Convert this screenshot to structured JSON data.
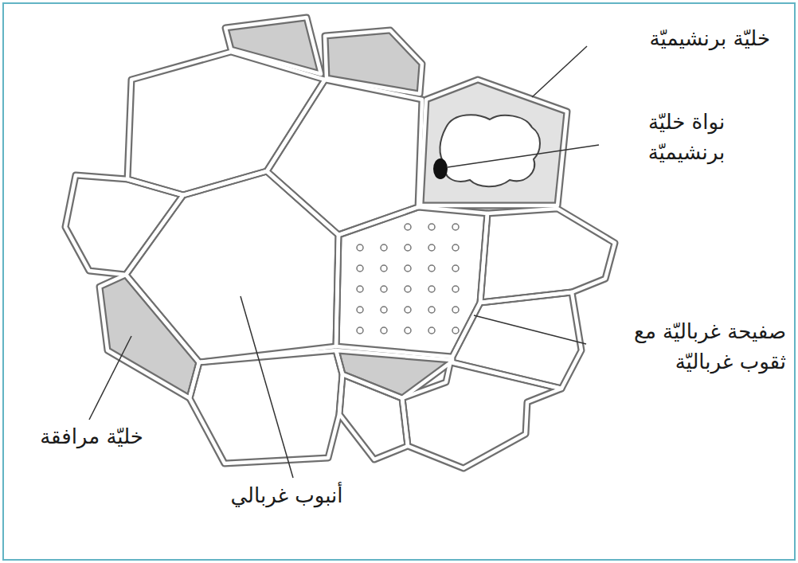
{
  "diagram": {
    "labels": [
      "خليّة برنشيميّة",
      "نواة خليّة برنشيميّة",
      "صفيحة غرباليّة مع ثقوب غرباليّة",
      "خليّة مرافقة",
      "أنبوب غربالي"
    ]
  }
}
